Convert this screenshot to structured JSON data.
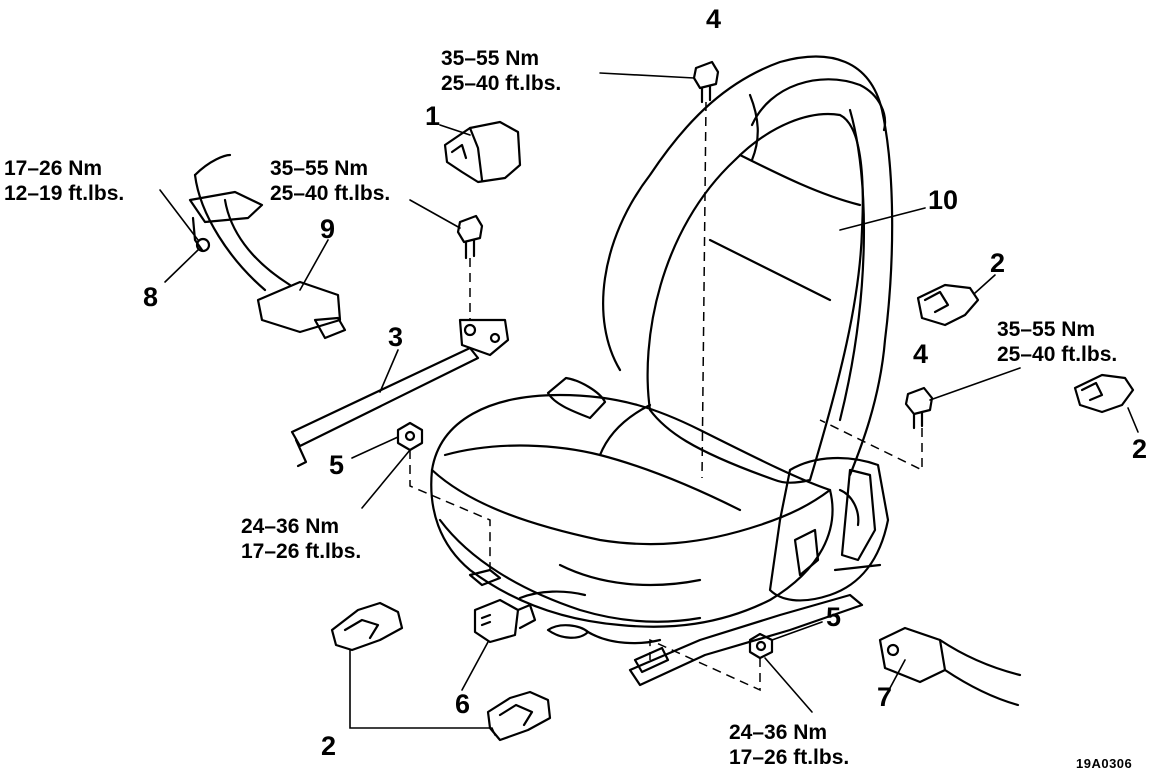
{
  "diagram": {
    "figure_code": "19A0306",
    "callouts": {
      "c1": "1",
      "c2a": "2",
      "c2b": "2",
      "c2c": "2",
      "c3": "3",
      "c4a": "4",
      "c4b": "4",
      "c5a": "5",
      "c5b": "5",
      "c6": "6",
      "c7": "7",
      "c8": "8",
      "c9": "9",
      "c10": "10"
    },
    "torque_specs": {
      "top_bolt": {
        "metric": "35–55 Nm",
        "imperial": "25–40 ft.lbs."
      },
      "rail_bolt": {
        "metric": "35–55 Nm",
        "imperial": "25–40 ft.lbs."
      },
      "right_bolt": {
        "metric": "35–55 Nm",
        "imperial": "25–40 ft.lbs."
      },
      "belt_bolt": {
        "metric": "17–26 Nm",
        "imperial": "12–19 ft.lbs."
      },
      "left_nut": {
        "metric": "24–36 Nm",
        "imperial": "17–26 ft.lbs."
      },
      "bottom_nut": {
        "metric": "24–36 Nm",
        "imperial": "17–26 ft.lbs."
      }
    }
  }
}
